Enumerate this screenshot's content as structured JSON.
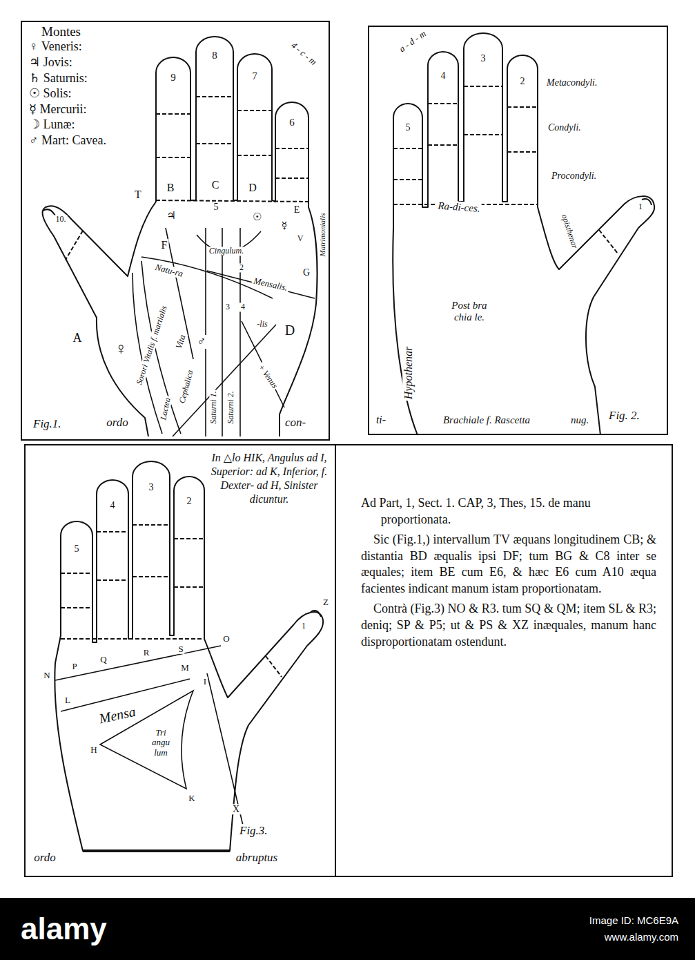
{
  "diagram": {
    "nodes": [
      {
        "text": [
          "Fig.1."
        ]
      },
      {
        "text": [
          "Fig. 2."
        ]
      },
      {
        "text": [
          "In △lo HIK, Angulus ad I, Superior: ad K, Inferior, f. Dexter- ad H, Sinister dicuntur.",
          "Fig.3."
        ]
      },
      {
        "text": [
          "Ad Part, 1, Sect. 1. CAP, 3, Thes, 15. de manu proportionata.",
          "Sic (Fig.1,) intervallum TV æquans longitudinem CB; & distantia BD æqualis ipsi DF; tum BG & C8 inter se æquales; item BE cum E6, & hæc E6 cum A10 æqua facientes indicant manum istam proportionatam.",
          "Contrà (Fig.3) NO & R3. tum SQ & QM; item SL & R3; deniq; SP & P5; ut & PS & XZ inæquales, manum hanc disproportionatam ostendunt."
        ]
      }
    ],
    "labels": [
      "Montes",
      "♀ Veneris:",
      "♃ Jovis:",
      "♄ Saturnis:",
      "☉ Solis:",
      "☿ Mercurii:",
      "☽ Lunæ:",
      "♂ Mart: Cavea.",
      "9",
      "8",
      "7",
      "6",
      "10.",
      "4 - c - m",
      "T",
      "B",
      "C",
      "5",
      "D",
      "E",
      "☿",
      "V",
      "F",
      "G",
      "A",
      "♀",
      "♃",
      "☉",
      "♂",
      "2",
      "3",
      "4",
      "Cingulum.",
      "Natu-ra",
      "Mensalis.",
      "Sorori Vitalis f. martialis",
      "Vita",
      "-lis",
      "Cephalica",
      "Lactea",
      "Saturni 1.",
      "Saturni 2.",
      "+ Venus",
      "Matrimonialis",
      "D",
      "ordo",
      "con-",
      "a - d - m",
      "5",
      "4",
      "3",
      "2",
      "1",
      "Metacondyli.",
      "Condyli.",
      "Procondyli.",
      "Ra-di-ces.",
      "opisthenar",
      "Post bra chia le.",
      "Hypothenar",
      "ti-",
      "Brachiale f. Rascetta",
      "nug.",
      "5",
      "4",
      "3",
      "2",
      "1",
      "Z",
      "N",
      "P",
      "Q",
      "R",
      "S",
      "O",
      "L",
      "M",
      "I",
      "H",
      "K",
      "X",
      "Mensa",
      "Tri angu lum",
      "ordo",
      "abruptus",
      "alamy",
      "Image ID: MC6E9A",
      "www.alamy.com"
    ]
  }
}
